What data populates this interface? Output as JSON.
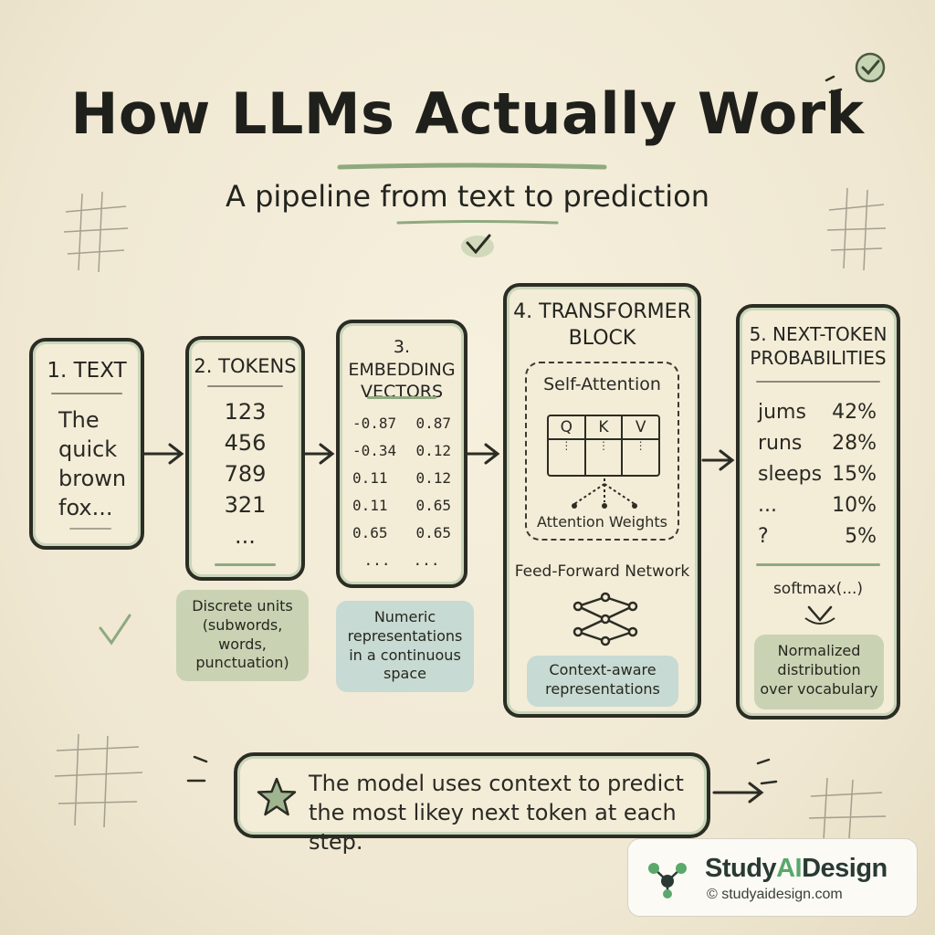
{
  "header": {
    "title": "How LLMs Actually Work",
    "subtitle": "A pipeline from text to prediction"
  },
  "stages": {
    "text": {
      "title": "1. TEXT",
      "lines": [
        "The",
        "quick",
        "brown",
        "fox..."
      ]
    },
    "tokens": {
      "title": "2. TOKENS",
      "ids": [
        "123",
        "456",
        "789",
        "321",
        "..."
      ],
      "note": [
        "Discrete units",
        "(subwords,",
        "words,",
        "punctuation)"
      ]
    },
    "embedding": {
      "title_line1": "3. EMBEDDING",
      "title_line2": "VECTORS",
      "rows": [
        [
          "-0.87",
          "0.87"
        ],
        [
          "-0.34",
          "0.12"
        ],
        [
          "0.11",
          "0.12"
        ],
        [
          "0.11",
          "0.65"
        ],
        [
          "0.65",
          "0.65"
        ],
        [
          "...",
          "..."
        ]
      ],
      "note": [
        "Numeric",
        "representations",
        "in a continuous",
        "space"
      ]
    },
    "transformer": {
      "title_line1": "4. TRANSFORMER",
      "title_line2": "BLOCK",
      "self_attention_label": "Self-Attention",
      "qkv": [
        "Q",
        "K",
        "V"
      ],
      "attention_weights_label": "Attention Weights",
      "ffn_label": "Feed-Forward Network",
      "note": [
        "Context-aware",
        "representations"
      ]
    },
    "probabilities": {
      "title_line1": "5. NEXT-TOKEN",
      "title_line2": "PROBABILITIES",
      "rows": [
        {
          "token": "jums",
          "prob": "42%"
        },
        {
          "token": "runs",
          "prob": "28%"
        },
        {
          "token": "sleeps",
          "prob": "15%"
        },
        {
          "token": "...",
          "prob": "10%"
        },
        {
          "token": "?",
          "prob": "5%"
        }
      ],
      "softmax_label": "softmax(...)",
      "note": [
        "Normalized",
        "distribution",
        "over vocabulary"
      ]
    }
  },
  "footer": {
    "line1": "The model uses context to predict",
    "line2": "the most likey next token at each step."
  },
  "badge": {
    "brand_prefix": "Study",
    "brand_highlight": "AI",
    "brand_suffix": "Design",
    "site": "© studyaidesign.com"
  },
  "colors": {
    "accent_green": "#8fa97f",
    "note_green": "#c9d3b3",
    "note_blue": "#c7dad3",
    "ink": "#2b2d24",
    "brand_dark": "#2a3a33",
    "brand_green": "#5aa86b"
  }
}
